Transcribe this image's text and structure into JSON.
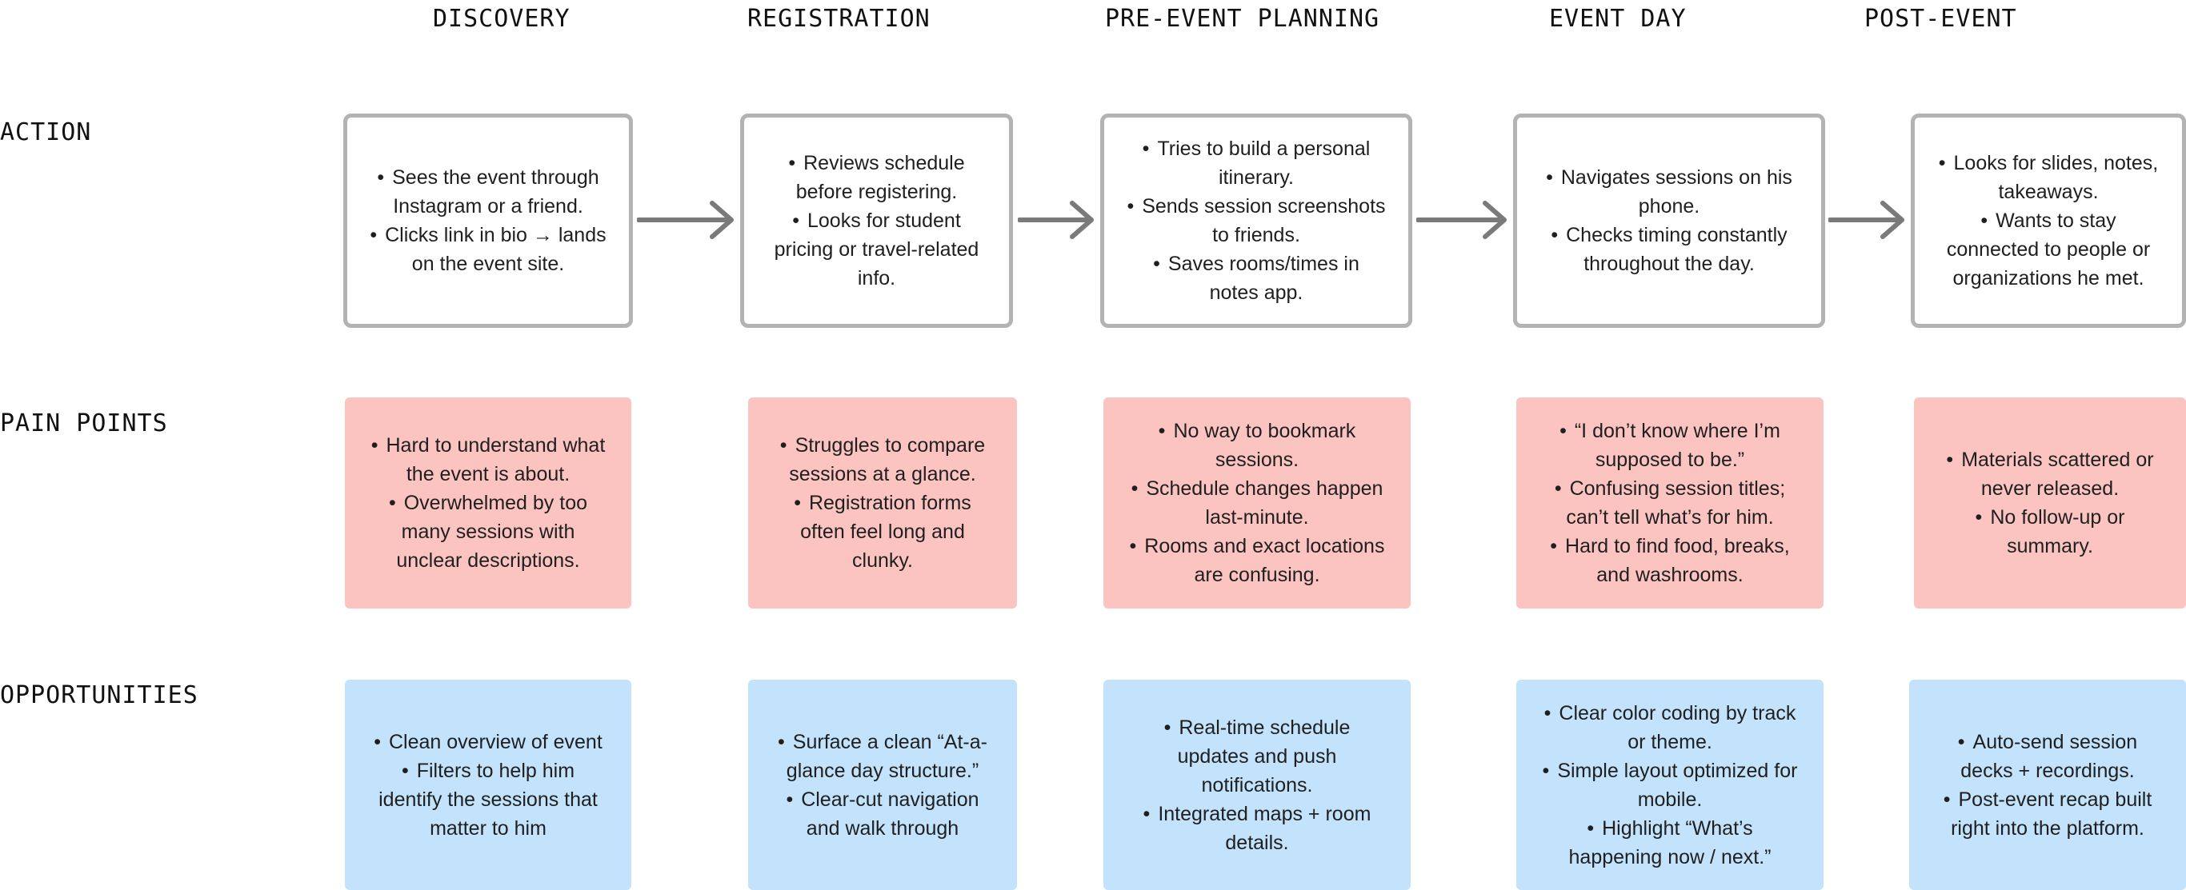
{
  "stages": [
    {
      "label": "DISCOVERY"
    },
    {
      "label": "REGISTRATION"
    },
    {
      "label": "PRE-EVENT PLANNING"
    },
    {
      "label": "EVENT DAY"
    },
    {
      "label": "POST-EVENT"
    }
  ],
  "rows": {
    "action": {
      "label": "ACTION"
    },
    "pain": {
      "label": "PAIN POINTS"
    },
    "opp": {
      "label": "OPPORTUNITIES"
    }
  },
  "bullet": "•",
  "cards": {
    "action": [
      [
        "Sees the event through Instagram or a friend.",
        "Clicks link in bio → lands on the event site."
      ],
      [
        "Reviews schedule before registering.",
        "Looks for student pricing or travel-related info."
      ],
      [
        "Tries to build a personal itinerary.",
        "Sends session screenshots to friends.",
        "Saves rooms/times in notes app."
      ],
      [
        "Navigates sessions on his phone.",
        "Checks timing constantly throughout the day."
      ],
      [
        "Looks for slides, notes, takeaways.",
        "Wants to stay connected to people or organizations he met."
      ]
    ],
    "pain": [
      [
        "Hard to understand what the event is about.",
        "Overwhelmed by too many sessions with unclear descriptions."
      ],
      [
        "Struggles to compare sessions at a glance.",
        "Registration forms often feel long and clunky."
      ],
      [
        "No way to bookmark sessions.",
        "Schedule changes happen last-minute.",
        "Rooms and exact locations are confusing."
      ],
      [
        "“I don’t know where I’m supposed to be.”",
        "Confusing session titles; can’t tell what’s for him.",
        "Hard to find food, breaks, and washrooms."
      ],
      [
        "Materials scattered or never released.",
        "No follow-up or summary."
      ]
    ],
    "opp": [
      [
        "Clean overview of event",
        "Filters to help him identify the sessions that matter to him"
      ],
      [
        "Surface a clean “At-a-glance day structure.”",
        "Clear-cut navigation and walk through"
      ],
      [
        "Real-time schedule updates and push notifications.",
        "Integrated maps + room details."
      ],
      [
        "Clear color coding by track or theme.",
        "Simple layout optimized for mobile.",
        "Highlight “What’s happening now / next.”"
      ],
      [
        "Auto-send session decks + recordings.",
        "Post-event recap built right into the platform."
      ]
    ]
  },
  "colors": {
    "action_border": "#b3b3b3",
    "arrow": "#7a7a7a",
    "pain_bg": "#fcc4c1",
    "opp_bg": "#c2e3fb"
  }
}
